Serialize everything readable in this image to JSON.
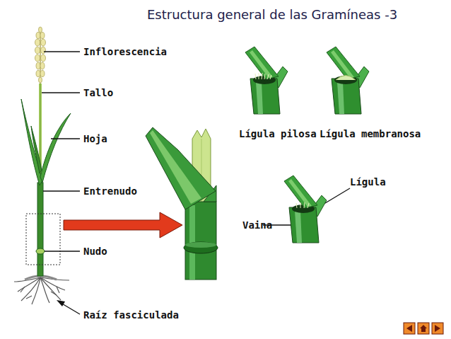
{
  "diagram": {
    "title": "Estructura general de las Gramíneas -3",
    "labels": [
      "Inflorescencia",
      "Tallo",
      "Hoja",
      "Entrenudo",
      "Nudo",
      "Raíz fasciculada",
      "Lígula pilosa",
      "Lígula membranosa",
      "Lígula",
      "Vaina"
    ]
  }
}
